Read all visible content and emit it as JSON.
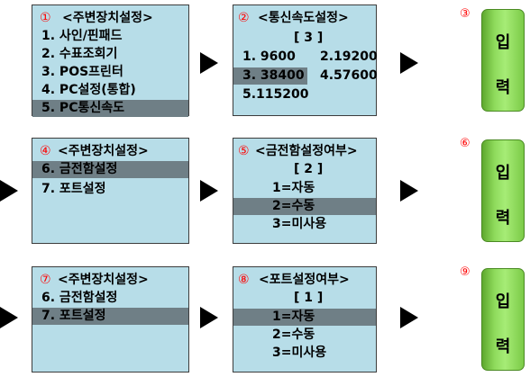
{
  "screens": [
    {
      "num": "①",
      "title": "<주변장치설정>",
      "lines": [
        {
          "num": "",
          "text": "1.  사인/핀패드",
          "hl": false
        },
        {
          "num": "",
          "text": "2.  수표조회기",
          "hl": false
        },
        {
          "num": "",
          "text": "3.  POS프린터",
          "hl": false
        },
        {
          "num": "",
          "text": "4.  PC설정(통합)",
          "hl": false
        },
        {
          "num": "",
          "text": "5.  PC통신속도",
          "hl": true
        }
      ]
    },
    {
      "num": "②",
      "title": "<통신속도설정>",
      "sub": "[ 3 ]",
      "grid": [
        {
          "a": "1. 9600",
          "b": "2.19200",
          "hl": false
        },
        {
          "a": "3. 38400",
          "b": "4.57600",
          "hl": true
        },
        {
          "a": "5.115200",
          "b": "",
          "hl": false
        }
      ]
    },
    {
      "num": "④",
      "title": "<주변장치설정>",
      "lines": [
        {
          "text": "6.  금전함설정",
          "hl": true
        },
        {
          "text": "7.  포트설정",
          "hl": false
        }
      ]
    },
    {
      "num": "⑤",
      "title": "<금전함설정여부>",
      "sub": "[ 2 ]",
      "options": [
        {
          "text": "1=자동",
          "hl": false
        },
        {
          "text": "2=수동",
          "hl": true
        },
        {
          "text": "3=미사용",
          "hl": false
        }
      ]
    },
    {
      "num": "⑦",
      "title": "<주변장치설정>",
      "lines": [
        {
          "text": "6.  금전함설정",
          "hl": false
        },
        {
          "text": "7.  포트설정",
          "hl": true
        }
      ]
    },
    {
      "num": "⑧",
      "title": "<포트설정여부>",
      "sub": "[ 1 ]",
      "options": [
        {
          "text": "1=자동",
          "hl": true
        },
        {
          "text": "2=수동",
          "hl": false
        },
        {
          "text": "3=미사용",
          "hl": false
        }
      ]
    }
  ],
  "buttons": [
    {
      "num": "③",
      "top": "입",
      "bottom": "력"
    },
    {
      "num": "⑥",
      "top": "입",
      "bottom": "력"
    },
    {
      "num": "⑨",
      "top": "입",
      "bottom": "력"
    }
  ]
}
